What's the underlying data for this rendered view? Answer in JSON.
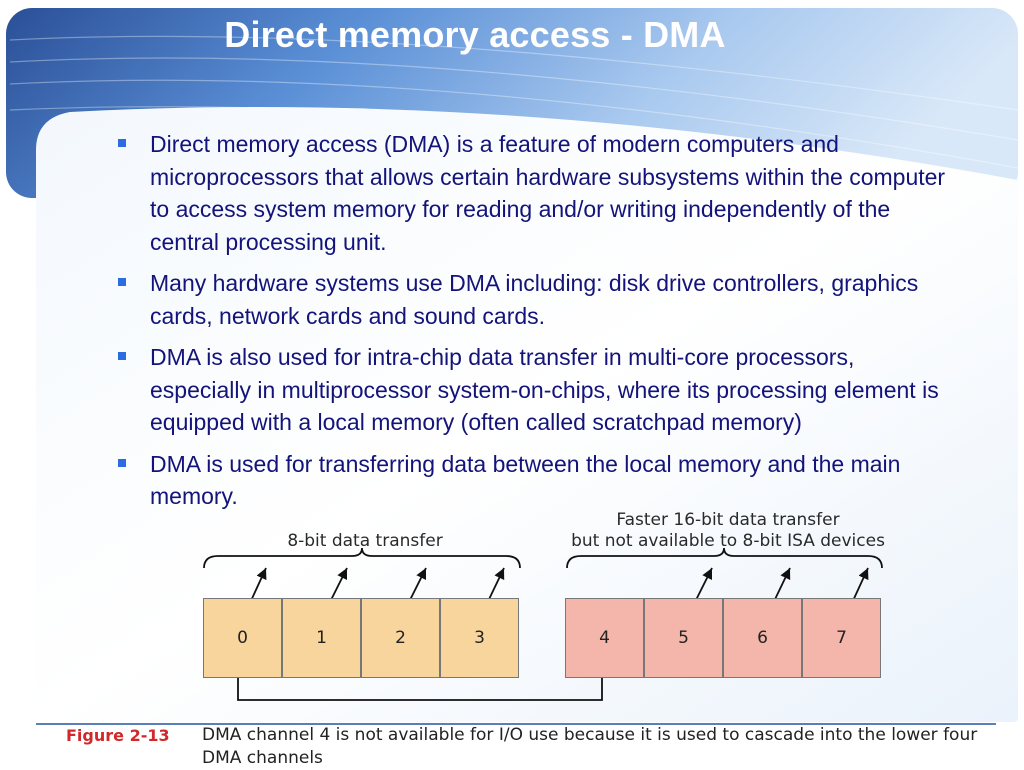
{
  "slide": {
    "title": "Direct memory access - DMA",
    "bullets": [
      "Direct memory access (DMA) is a feature of modern computers and microprocessors that allows certain hardware subsystems within the computer to access system memory for reading and/or writing independently of the central processing unit.",
      "Many hardware systems use DMA including: disk drive controllers, graphics cards, network cards and sound cards.",
      "DMA is also used for intra-chip data transfer in multi-core processors, especially in multiprocessor system-on-chips, where its processing element is equipped with a local memory (often called scratchpad memory)",
      "DMA is used for transferring data between the local memory and the main memory."
    ]
  },
  "diagram": {
    "label_8bit": "8-bit data transfer",
    "label_16bit_line1": "Faster 16-bit data transfer",
    "label_16bit_line2": "but not available to 8-bit ISA devices",
    "channels_low": [
      "0",
      "1",
      "2",
      "3"
    ],
    "channels_high": [
      "4",
      "5",
      "6",
      "7"
    ]
  },
  "caption": {
    "figure": "Figure 2-13",
    "text": "DMA channel 4 is not available for I/O use because it is used to cascade into the lower four DMA channels"
  },
  "colors": {
    "title": "#ffffff",
    "bullet_text": "#13137a",
    "bullet_mark": "#2b6de0",
    "cell_low": "#f8d59c",
    "cell_high": "#f4b6aa",
    "figure_label": "#d2282a"
  }
}
